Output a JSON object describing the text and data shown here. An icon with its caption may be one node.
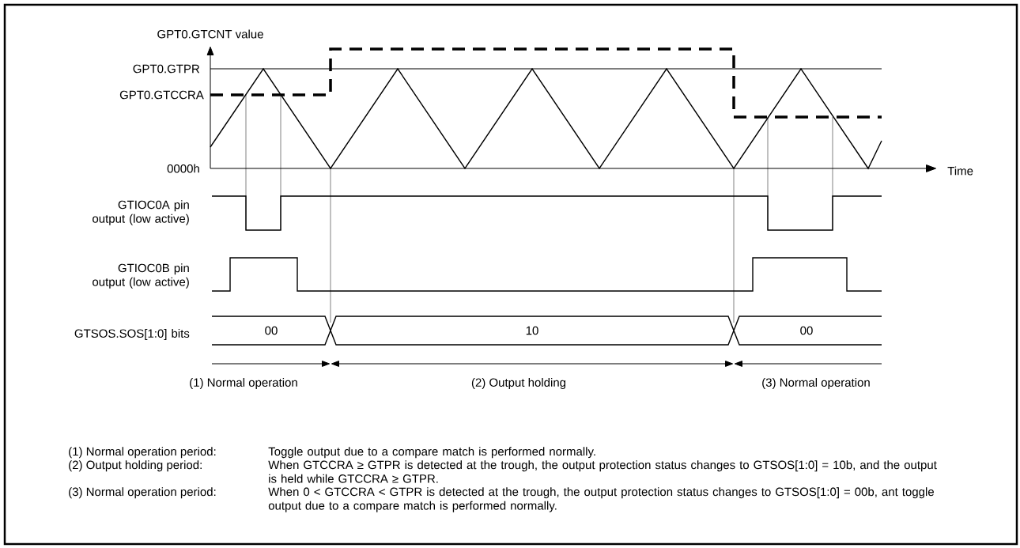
{
  "diagram": {
    "labels": [
      "GPT0.GTCNT value",
      "GPT0.GTPR",
      "GPT0.GTCCRA",
      "0000h",
      "Time",
      "GTIOC0A pin output (low active)",
      "GTIOC0B pin output (low active)",
      "GTSOS.SOS[1:0] bits",
      "00",
      "10",
      "00",
      "(1) Normal operation",
      "(2) Output holding",
      "(3) Normal operation",
      "(1) Normal operation period:",
      "Toggle output due to a compare match is performed normally.",
      "(2) Output holding period:",
      "When GTCCRA ≥ GTPR is detected at the trough, the output protection status changes to GTSOS[1:0] = 10b, and the output is held while GTCCRA ≥ GTPR.",
      "(3) Normal operation period:",
      "When 0 < GTCCRA < GTPR is detected at the trough, the output protection status changes to GTSOS[1:0] = 00b, ant toggle output due to a compare match is performed normally."
    ]
  }
}
